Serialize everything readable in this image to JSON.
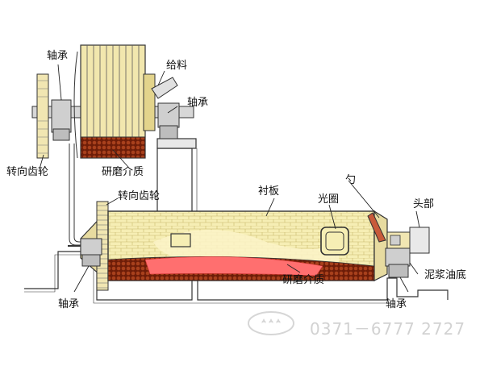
{
  "labels": {
    "bearing_top": "轴承",
    "feed": "给料",
    "bearing_mid": "轴承",
    "reversing_gear_top": "转向齿轮",
    "grinding_media_top": "研磨介质",
    "reversing_gear_mid": "转向齿轮",
    "liner": "衬板",
    "aperture_ring": "光圈",
    "scoop": "勺",
    "head": "头部",
    "grinding_media_bottom": "研磨介质",
    "bearing_left": "轴承",
    "slurry_oil_bottom": "泥浆油底",
    "bearing_right": "轴承"
  },
  "watermark": {
    "phone": "0371－6777  2727"
  },
  "colors": {
    "shell": "#f3e9a6",
    "shell_dark": "#d9c97a",
    "media": "#8b2a10",
    "slurry": "#ff6f6f",
    "gear": "#f0e3a8",
    "steel": "#cfcfcf",
    "outline": "#222222"
  }
}
